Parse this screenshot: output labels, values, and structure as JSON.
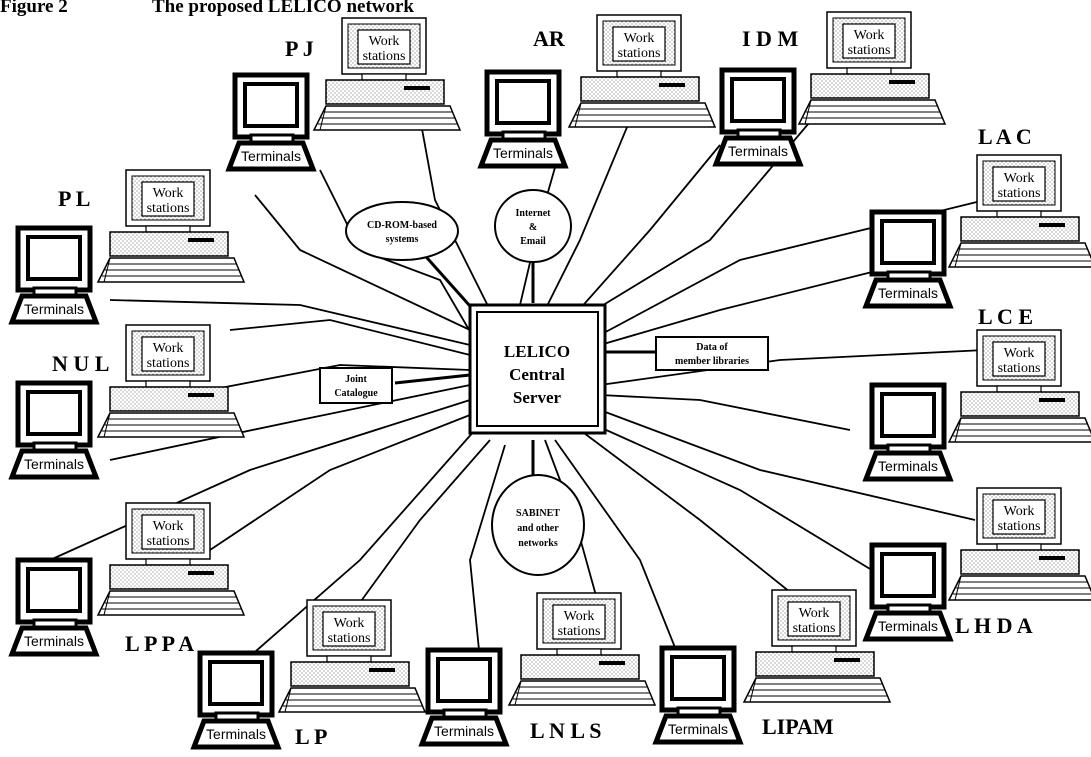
{
  "figure": {
    "number": "Figure 2",
    "title": "The proposed LELICO network"
  },
  "server": {
    "line1": "LELICO",
    "line2": "Central",
    "line3": "Server"
  },
  "labels": {
    "terminals": "Terminals",
    "workstations_line1": "Work",
    "workstations_line2": "stations"
  },
  "resources": {
    "cdrom": {
      "line1": "CD-ROM-based",
      "line2": "systems"
    },
    "internet": {
      "line1": "Internet",
      "line2": "&",
      "line3": "Email"
    },
    "sabinet": {
      "line1": "SABINET",
      "line2": "and other",
      "line3": "networks"
    },
    "data": {
      "line1": "Data of",
      "line2": "member libraries"
    },
    "catalogue": {
      "line1": "Joint",
      "line2": "Catalogue"
    }
  },
  "nodes": [
    {
      "id": "pj",
      "label": "P J"
    },
    {
      "id": "ar",
      "label": "AR"
    },
    {
      "id": "idm",
      "label": "I D M"
    },
    {
      "id": "lac",
      "label": "L A C"
    },
    {
      "id": "pl",
      "label": "P L"
    },
    {
      "id": "lce",
      "label": "L C E"
    },
    {
      "id": "nul",
      "label": "N U L"
    },
    {
      "id": "lhda",
      "label": "L H D A"
    },
    {
      "id": "lppa",
      "label": "L P P A"
    },
    {
      "id": "lp",
      "label": "L P"
    },
    {
      "id": "lnls",
      "label": "L N L S"
    },
    {
      "id": "lipam",
      "label": "LIPAM"
    }
  ]
}
